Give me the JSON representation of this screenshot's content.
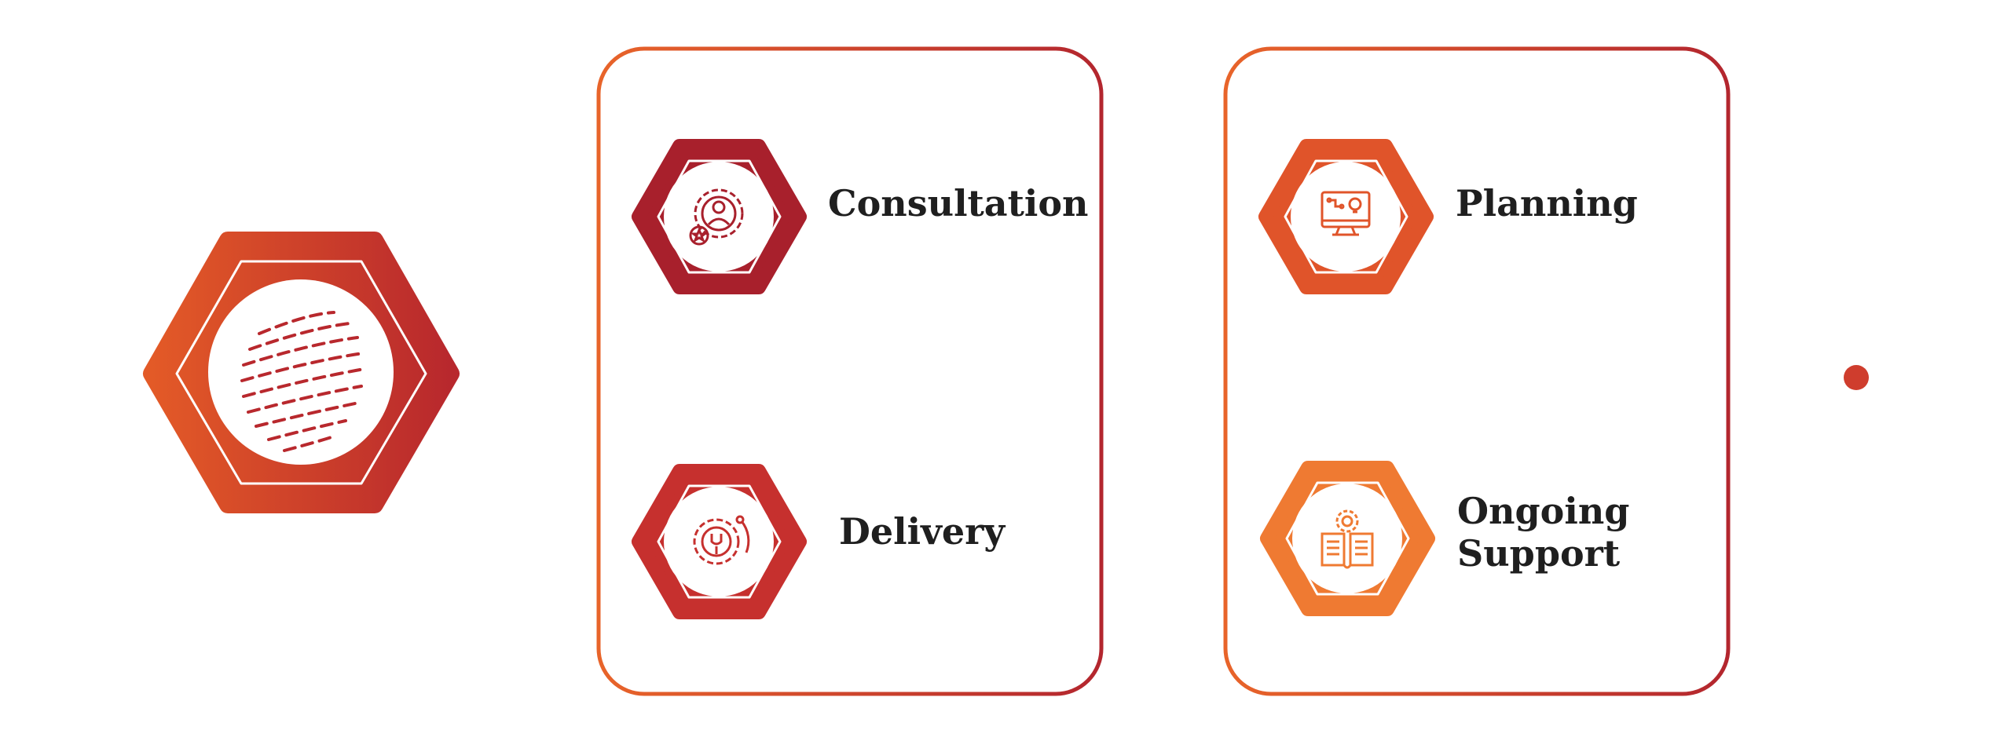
{
  "steps": {
    "consultation": {
      "label": "Consultation",
      "icon": "gear-person-icon",
      "color": "#a8202c"
    },
    "planning": {
      "label": "Planning",
      "icon": "computer-idea-icon",
      "color": "#e0542a"
    },
    "delivery": {
      "label": "Delivery",
      "icon": "gear-wrench-icon",
      "color": "#c6302e"
    },
    "support": {
      "label_line1": "Ongoing",
      "label_line2": "Support",
      "icon": "book-gear-icon",
      "color": "#ef7a32"
    }
  },
  "hub": {
    "icon": "globe-icon"
  },
  "colors": {
    "orange": "#e8642a",
    "red": "#b3262e",
    "text": "#1f1f1f"
  }
}
